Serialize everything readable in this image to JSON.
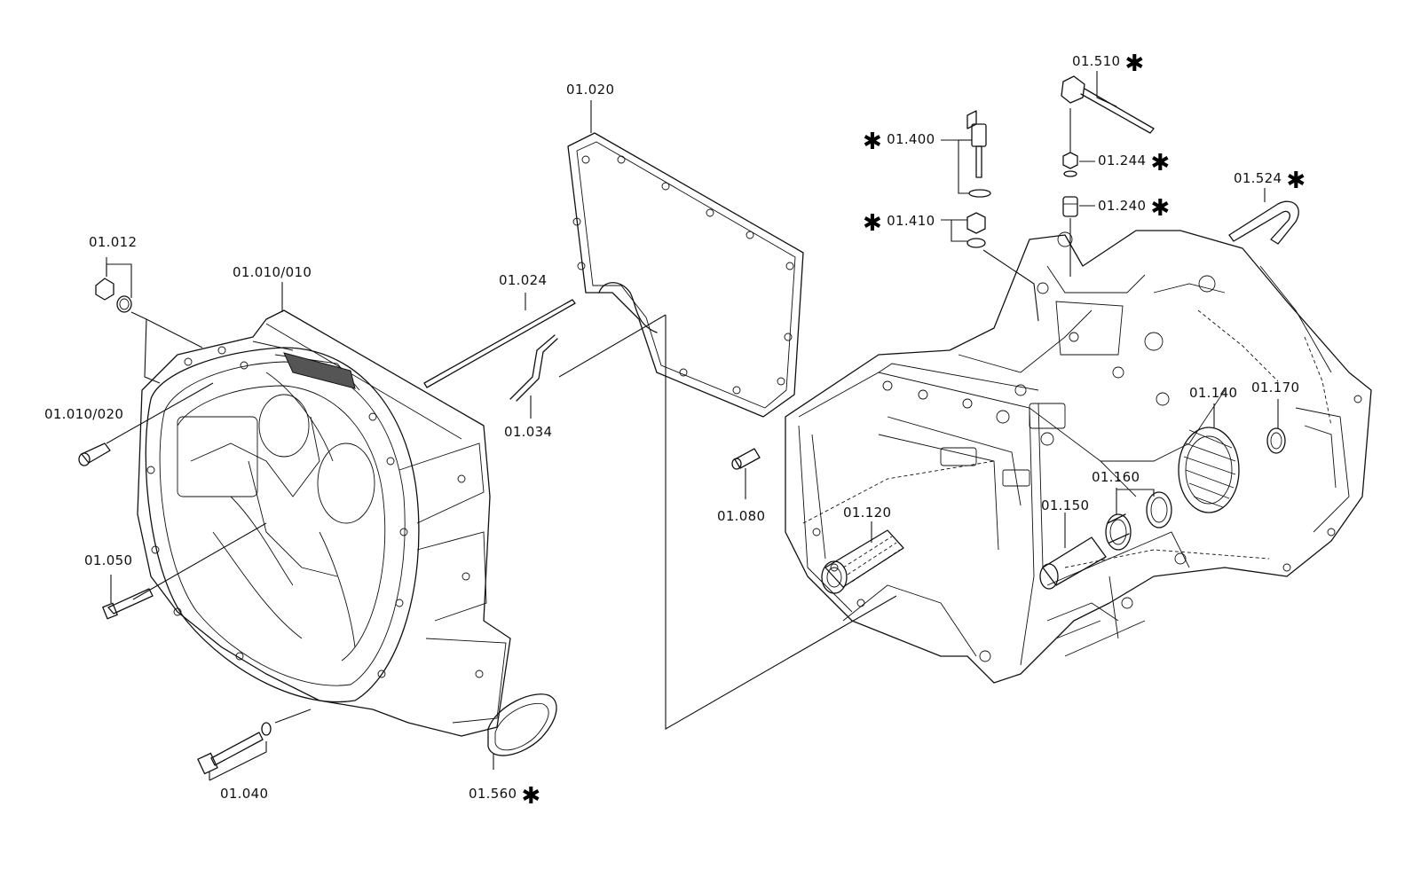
{
  "labels": {
    "l01012": "01.012",
    "l01010_010": "01.010/010",
    "l01010_020": "01.010/020",
    "l01050": "01.050",
    "l01040": "01.040",
    "l01560": "01.560",
    "l01020": "01.020",
    "l01024": "01.024",
    "l01034": "01.034",
    "l01400": "01.400",
    "l01410": "01.410",
    "l01510": "01.510",
    "l01244": "01.244",
    "l01240": "01.240",
    "l01524": "01.524",
    "l01080": "01.080",
    "l01120": "01.120",
    "l01150": "01.150",
    "l01160": "01.160",
    "l01140": "01.140",
    "l01170": "01.170"
  },
  "marker": "✱"
}
